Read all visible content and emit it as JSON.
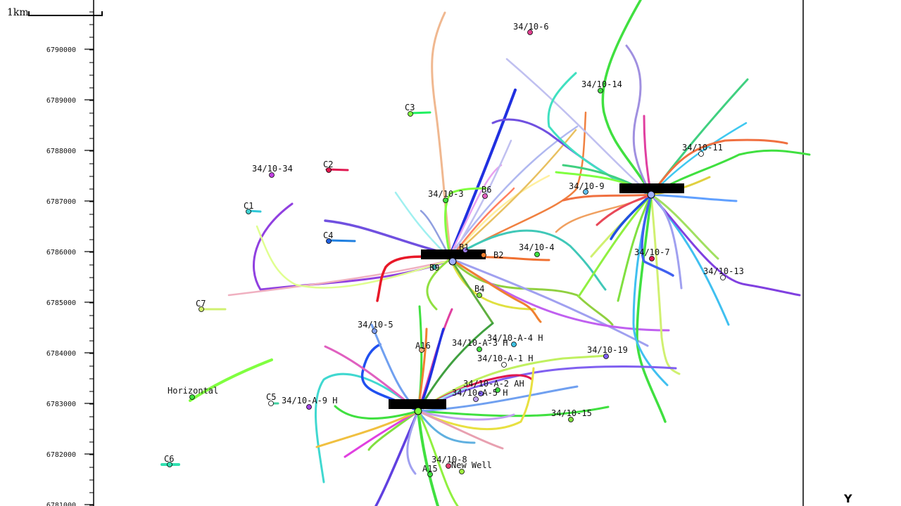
{
  "scale_bar": {
    "label": "1km"
  },
  "axis": {
    "northing_ticks": [
      "6790000",
      "6789000",
      "6788000",
      "6787000",
      "6786000",
      "6785000",
      "6784000",
      "6783000",
      "6782000",
      "6781000"
    ]
  },
  "corner_label": "Y",
  "well_labels": [
    "34/10-6",
    "34/10-14",
    "C3",
    "34/10-34",
    "C2",
    "C1",
    "34/10-3",
    "B6",
    "34/10-9",
    "34/10-11",
    "C4",
    "B1",
    "B2",
    "34/10-4",
    "B9",
    "34/10-7",
    "34/10-13",
    "C7",
    "B4",
    "34/10-5",
    "A16",
    "34/10-A-3 H",
    "34/10-A-4 H",
    "34/10-19",
    "34/10-A-1 H",
    "34/10-A-2 AH",
    "34/10-A-5 H",
    "Horizontal",
    "C5",
    "34/10-A-9 H",
    "34/10-15",
    "C6",
    "34/10-8",
    "New Well",
    "A15"
  ],
  "colors": {
    "background": "#ffffff",
    "axis": "#000000",
    "tick_label": "#111111"
  }
}
